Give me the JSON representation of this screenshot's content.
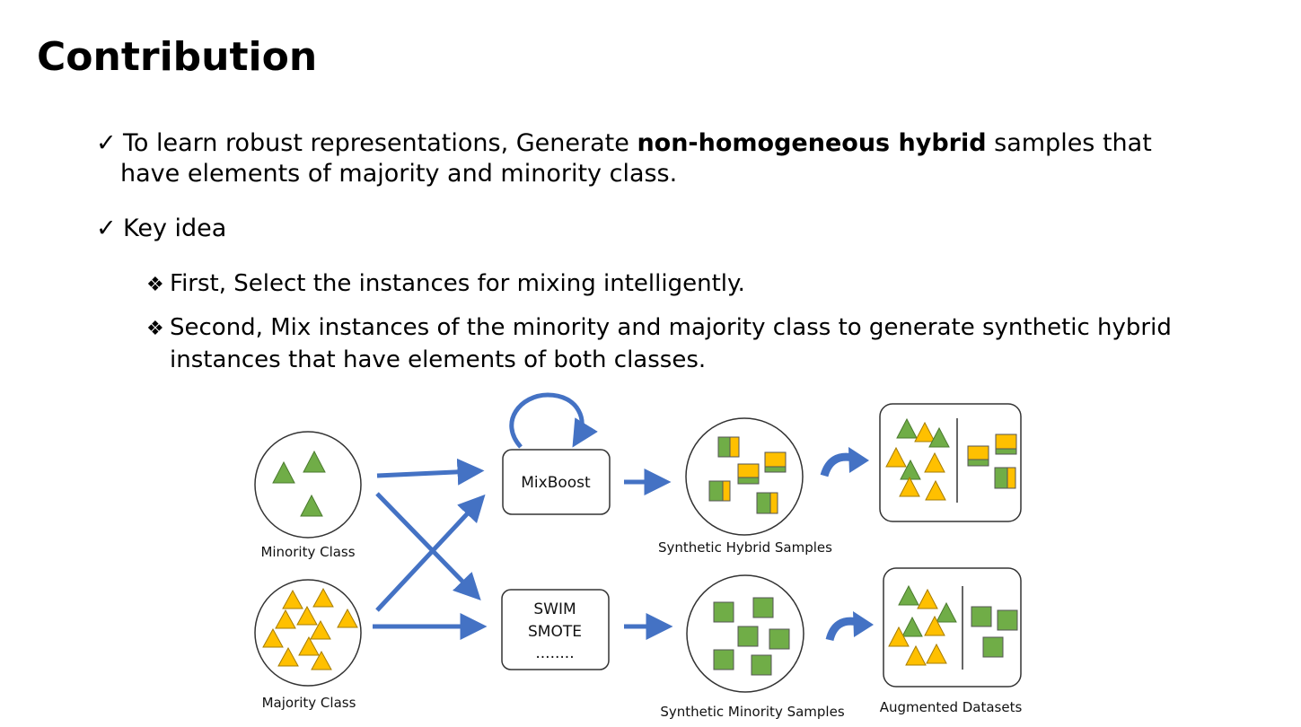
{
  "title": "Contribution",
  "bullets": {
    "b1_pre": "To learn robust representations, Generate ",
    "b1_bold": "non-homogeneous hybrid",
    "b1_post": " samples that",
    "b1_line2": "have elements of majority and minority class.",
    "b2": "Key idea",
    "s1": "First, Select the instances for mixing intelligently.",
    "s2_line1": "Second, Mix instances of the minority and majority class to generate synthetic hybrid",
    "s2_line2": "instances that have elements of both classes."
  },
  "diagram": {
    "minority_label": "Minority Class",
    "majority_label": "Majority Class",
    "mixboost_label": "MixBoost",
    "swim_label": "SWIM",
    "smote_label": "SMOTE",
    "dots_label": "........",
    "hybrid_label": "Synthetic Hybrid Samples",
    "synthetic_minority_label": "Synthetic Minority Samples",
    "augmented_label": "Augmented Datasets",
    "colors": {
      "minority": "#70ad47",
      "majority": "#ffc000",
      "arrow": "#4472c4",
      "stroke": "#333333"
    }
  }
}
